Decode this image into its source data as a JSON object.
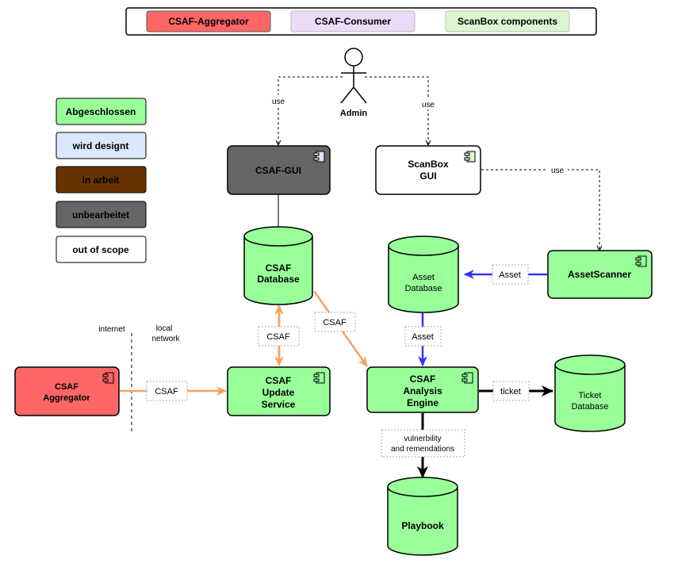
{
  "header_legend": {
    "aggregator": "CSAF-Aggregator",
    "consumer": "CSAF-Consumer",
    "scanbox": "ScanBox components"
  },
  "status_legend": {
    "done": "Abgeschlossen",
    "designing": "wird designt",
    "in_progress": "in arbeit",
    "untouched": "unbearbeitet",
    "out_of_scope": "out of scope"
  },
  "actor": {
    "name": "Admin"
  },
  "nodes": {
    "csaf_gui": "CSAF-GUI",
    "scanbox_gui_1": "ScanBox",
    "scanbox_gui_2": "GUI",
    "csaf_db_1": "CSAF",
    "csaf_db_2": "Database",
    "asset_db_1": "Asset",
    "asset_db_2": "Database",
    "asset_scanner": "AssetScanner",
    "csaf_aggregator_1": "CSAF",
    "csaf_aggregator_2": "Aggregator",
    "update_service_1": "CSAF",
    "update_service_2": "Update",
    "update_service_3": "Service",
    "analysis_engine_1": "CSAF",
    "analysis_engine_2": "Analysis",
    "analysis_engine_3": "Engine",
    "ticket_db_1": "Ticket",
    "ticket_db_2": "Database",
    "playbook": "Playbook"
  },
  "boundary": {
    "internet": "internet",
    "local_1": "local",
    "local_2": "network"
  },
  "edges": {
    "use_left": "use",
    "use_right": "use",
    "use_scanner": "use",
    "asset_to_db": "Asset",
    "asset_down": "Asset",
    "csaf_vertical": "CSAF",
    "csaf_diagonal": "CSAF",
    "csaf_aggregator": "CSAF",
    "ticket": "ticket",
    "vuln_1": "vulnerbility",
    "vuln_2": "and remendations"
  },
  "colors": {
    "aggregator": "#ff6666",
    "consumer": "#eadcf7",
    "scanbox": "#dcf7d0",
    "done": "#99ff99",
    "designing": "#dae8fc",
    "in_progress": "#663300",
    "untouched": "#666666",
    "orange_edge": "#f4a460",
    "blue_edge": "#3333ff"
  }
}
